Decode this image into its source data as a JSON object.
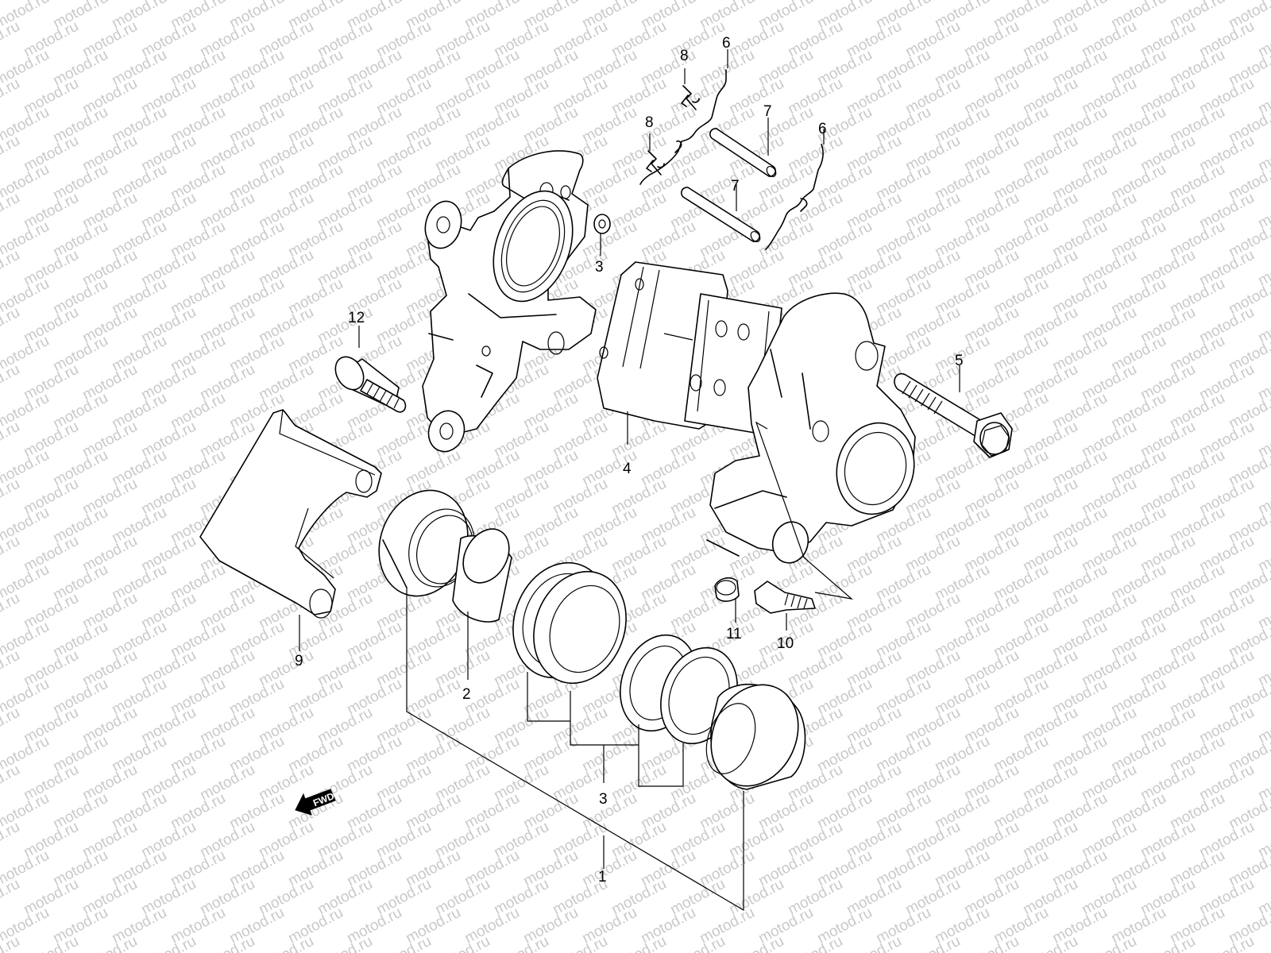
{
  "watermark": "motod.ru",
  "fwd_label": "FWD",
  "labels": {
    "p1": "1",
    "p2": "2",
    "p3a": "3",
    "p3b": "3",
    "p4": "4",
    "p5": "5",
    "p6a": "6",
    "p6b": "6",
    "p7a": "7",
    "p7b": "7",
    "p8a": "8",
    "p8b": "8",
    "p9": "9",
    "p10": "10",
    "p11": "11",
    "p12": "12"
  }
}
